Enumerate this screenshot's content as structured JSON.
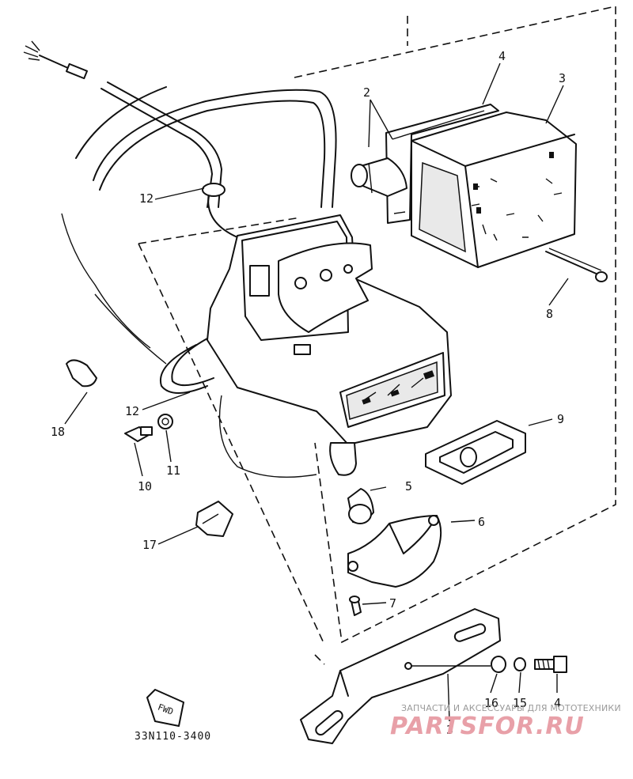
{
  "diagram": {
    "callouts": [
      {
        "id": "c1",
        "label": "4"
      },
      {
        "id": "c2",
        "label": "3"
      },
      {
        "id": "c3",
        "label": "2"
      },
      {
        "id": "c4",
        "label": "12"
      },
      {
        "id": "c5",
        "label": "8"
      },
      {
        "id": "c6",
        "label": "9"
      },
      {
        "id": "c7",
        "label": "12"
      },
      {
        "id": "c8",
        "label": "18"
      },
      {
        "id": "c9",
        "label": "11"
      },
      {
        "id": "c10",
        "label": "10"
      },
      {
        "id": "c11",
        "label": "5"
      },
      {
        "id": "c12",
        "label": "6"
      },
      {
        "id": "c13",
        "label": "17"
      },
      {
        "id": "c14",
        "label": "7"
      },
      {
        "id": "c15",
        "label": "16"
      },
      {
        "id": "c16",
        "label": "15"
      },
      {
        "id": "c17",
        "label": "4"
      },
      {
        "id": "c18",
        "label": "3"
      }
    ],
    "fwd_label": "FWD",
    "part_code": "33N110-3400"
  },
  "watermark": {
    "tagline": "ЗАПЧАСТИ И АКСЕССУАРЫ ДЛЯ МОТОТЕХНИКИ",
    "brand": "PARTSFOR.RU",
    "color": "#e8a0a8"
  }
}
